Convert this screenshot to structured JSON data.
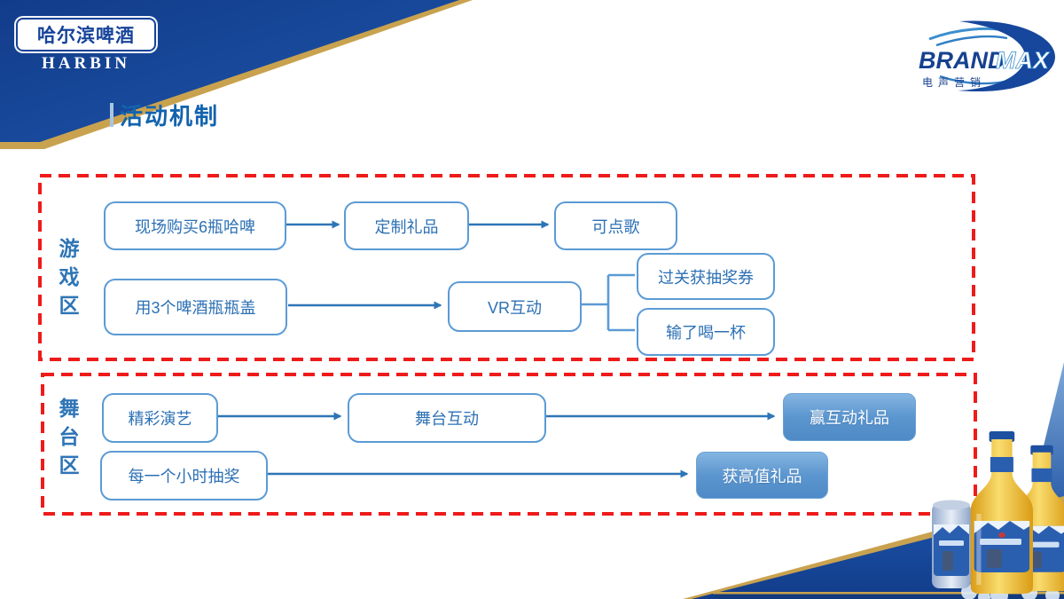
{
  "header": {
    "harbin_logo": {
      "cn": "哈尔滨啤酒",
      "en": "HARBIN"
    },
    "brandmax_logo": {
      "brand": "BRAND",
      "max": "MAX",
      "subtitle": "电声营销"
    }
  },
  "title": "活动机制",
  "diagram": {
    "game_zone": {
      "label": "游戏区",
      "nodes": {
        "buy": "现场购买6瓶哈啤",
        "custom_gift": "定制礼品",
        "song": "可点歌",
        "caps": "用3个啤酒瓶瓶盖",
        "vr": "VR互动",
        "pass_ticket": "过关获抽奖券",
        "lose_drink": "输了喝一杯"
      }
    },
    "stage_zone": {
      "label": "舞台区",
      "nodes": {
        "performance": "精彩演艺",
        "stage_interact": "舞台互动",
        "win_gift": "赢互动礼品",
        "hourly_draw": "每一个小时抽奖",
        "high_gift": "获高值礼品"
      }
    }
  },
  "colors": {
    "band_blue": "#1a4a9e",
    "gold": "#c9a24f",
    "accent_blue": "#2e75b6",
    "box_border": "#5b9bd5",
    "dashed_red": "#ee1b1b",
    "filled_box_blue": "#5b96cf",
    "title_blue": "#1263ae"
  }
}
